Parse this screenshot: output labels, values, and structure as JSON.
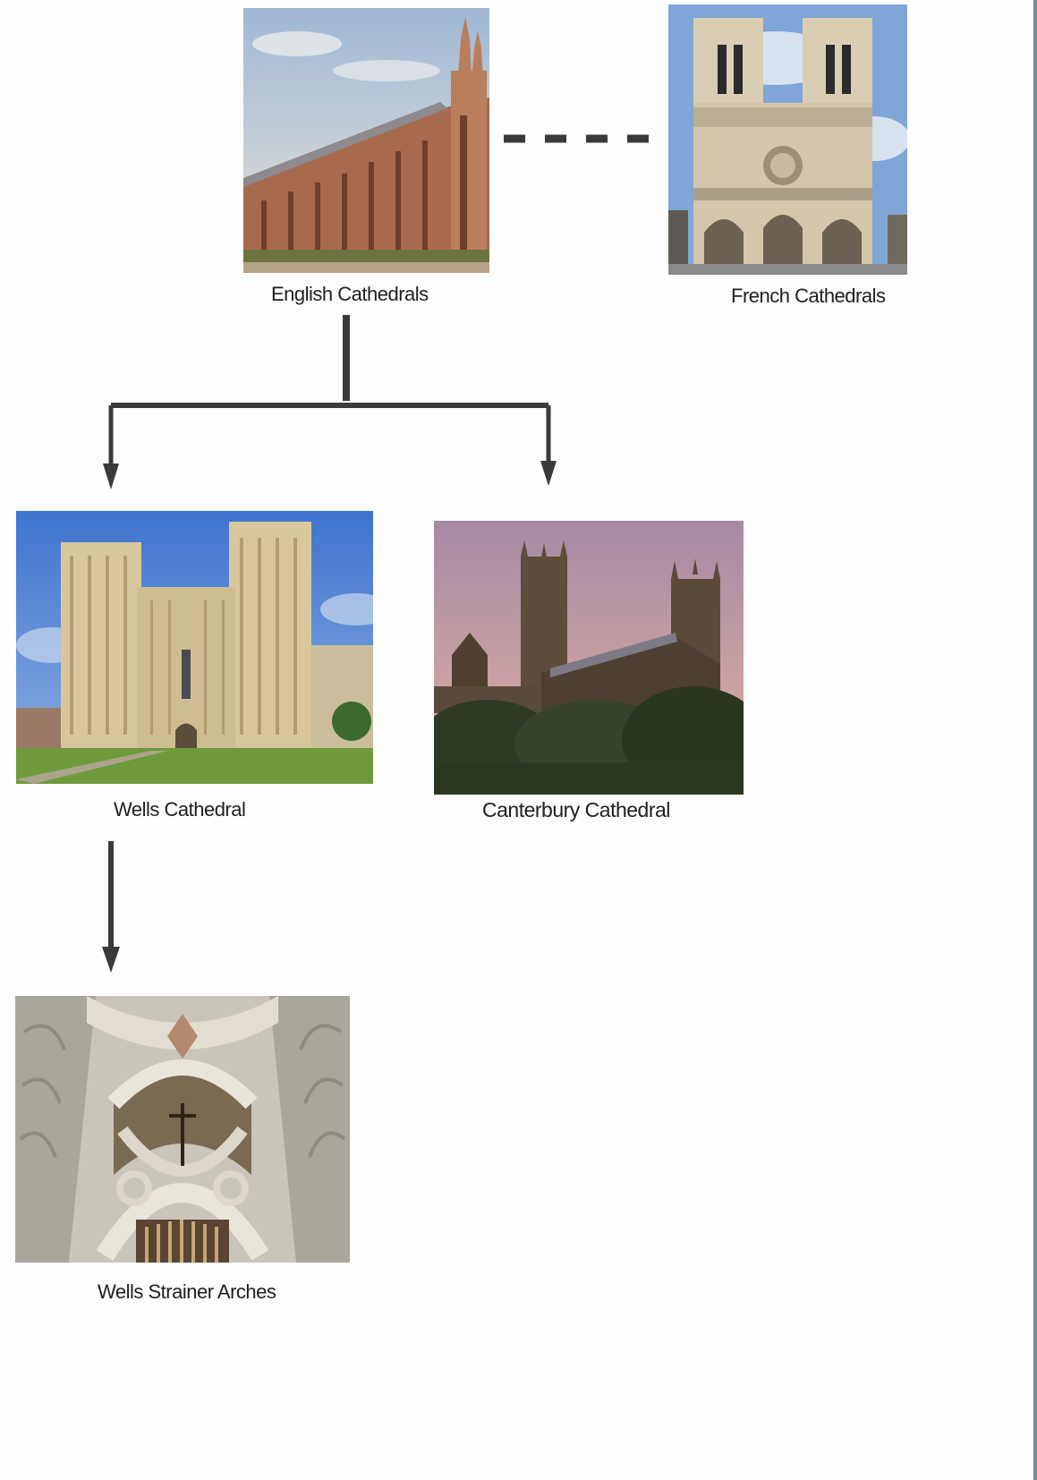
{
  "nodes": {
    "english": {
      "label": "English Cathedrals"
    },
    "french": {
      "label": "French Cathedrals"
    },
    "wells": {
      "label": "Wells Cathedral"
    },
    "canterbury": {
      "label": "Canterbury Cathedral"
    },
    "strainer": {
      "label": "Wells Strainer Arches"
    }
  },
  "colors": {
    "connector": "#3a3a3a",
    "sky_blue": "#4f86d9",
    "stone": "#d8c9a4",
    "dusk": "#c9a0a8",
    "foliage": "#2e3a22"
  }
}
